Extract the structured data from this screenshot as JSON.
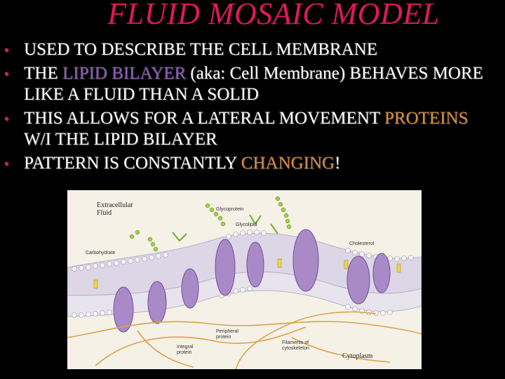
{
  "slide": {
    "title": "FLUID MOSAIC MODEL",
    "bullets": [
      {
        "parts": [
          {
            "text": "USED TO DESCRIBE THE CELL MEMBRANE",
            "color": "white"
          }
        ]
      },
      {
        "parts": [
          {
            "text": "THE ",
            "color": "white"
          },
          {
            "text": "LIPID BILAYER",
            "color": "purple"
          },
          {
            "text": " (aka: Cell Membrane) BEHAVES MORE LIKE A FLUID THAN A SOLID",
            "color": "white"
          }
        ]
      },
      {
        "parts": [
          {
            "text": "THIS ALLOWS FOR A LATERAL MOVEMENT ",
            "color": "white"
          },
          {
            "text": "PROTEINS",
            "color": "orange"
          },
          {
            "text": " W/I THE LIPID BILAYER",
            "color": "white"
          }
        ]
      },
      {
        "parts": [
          {
            "text": "PATTERN IS CONSTANTLY ",
            "color": "white"
          },
          {
            "text": "CHANGING",
            "color": "orange"
          },
          {
            "text": "!",
            "color": "white"
          }
        ]
      }
    ],
    "colors": {
      "title": "#e0185c",
      "bullet": "#e0185c",
      "purple": "#8a5bb5",
      "orange": "#d98a3b",
      "background": "#000000"
    }
  },
  "figure": {
    "labels": {
      "extracellular": "Extracellular Fluid",
      "glycoprotein": "Glycoprotein",
      "glycolipid": "Glycolipid",
      "carbohydrate": "Carbohydrate",
      "cholesterol": "Cholesterol",
      "peripheral": "Peripheral protein",
      "integral": "Integral protein",
      "filaments": "Filaments of cytoskeleton",
      "cytoplasm": "Cytoplasm"
    }
  }
}
